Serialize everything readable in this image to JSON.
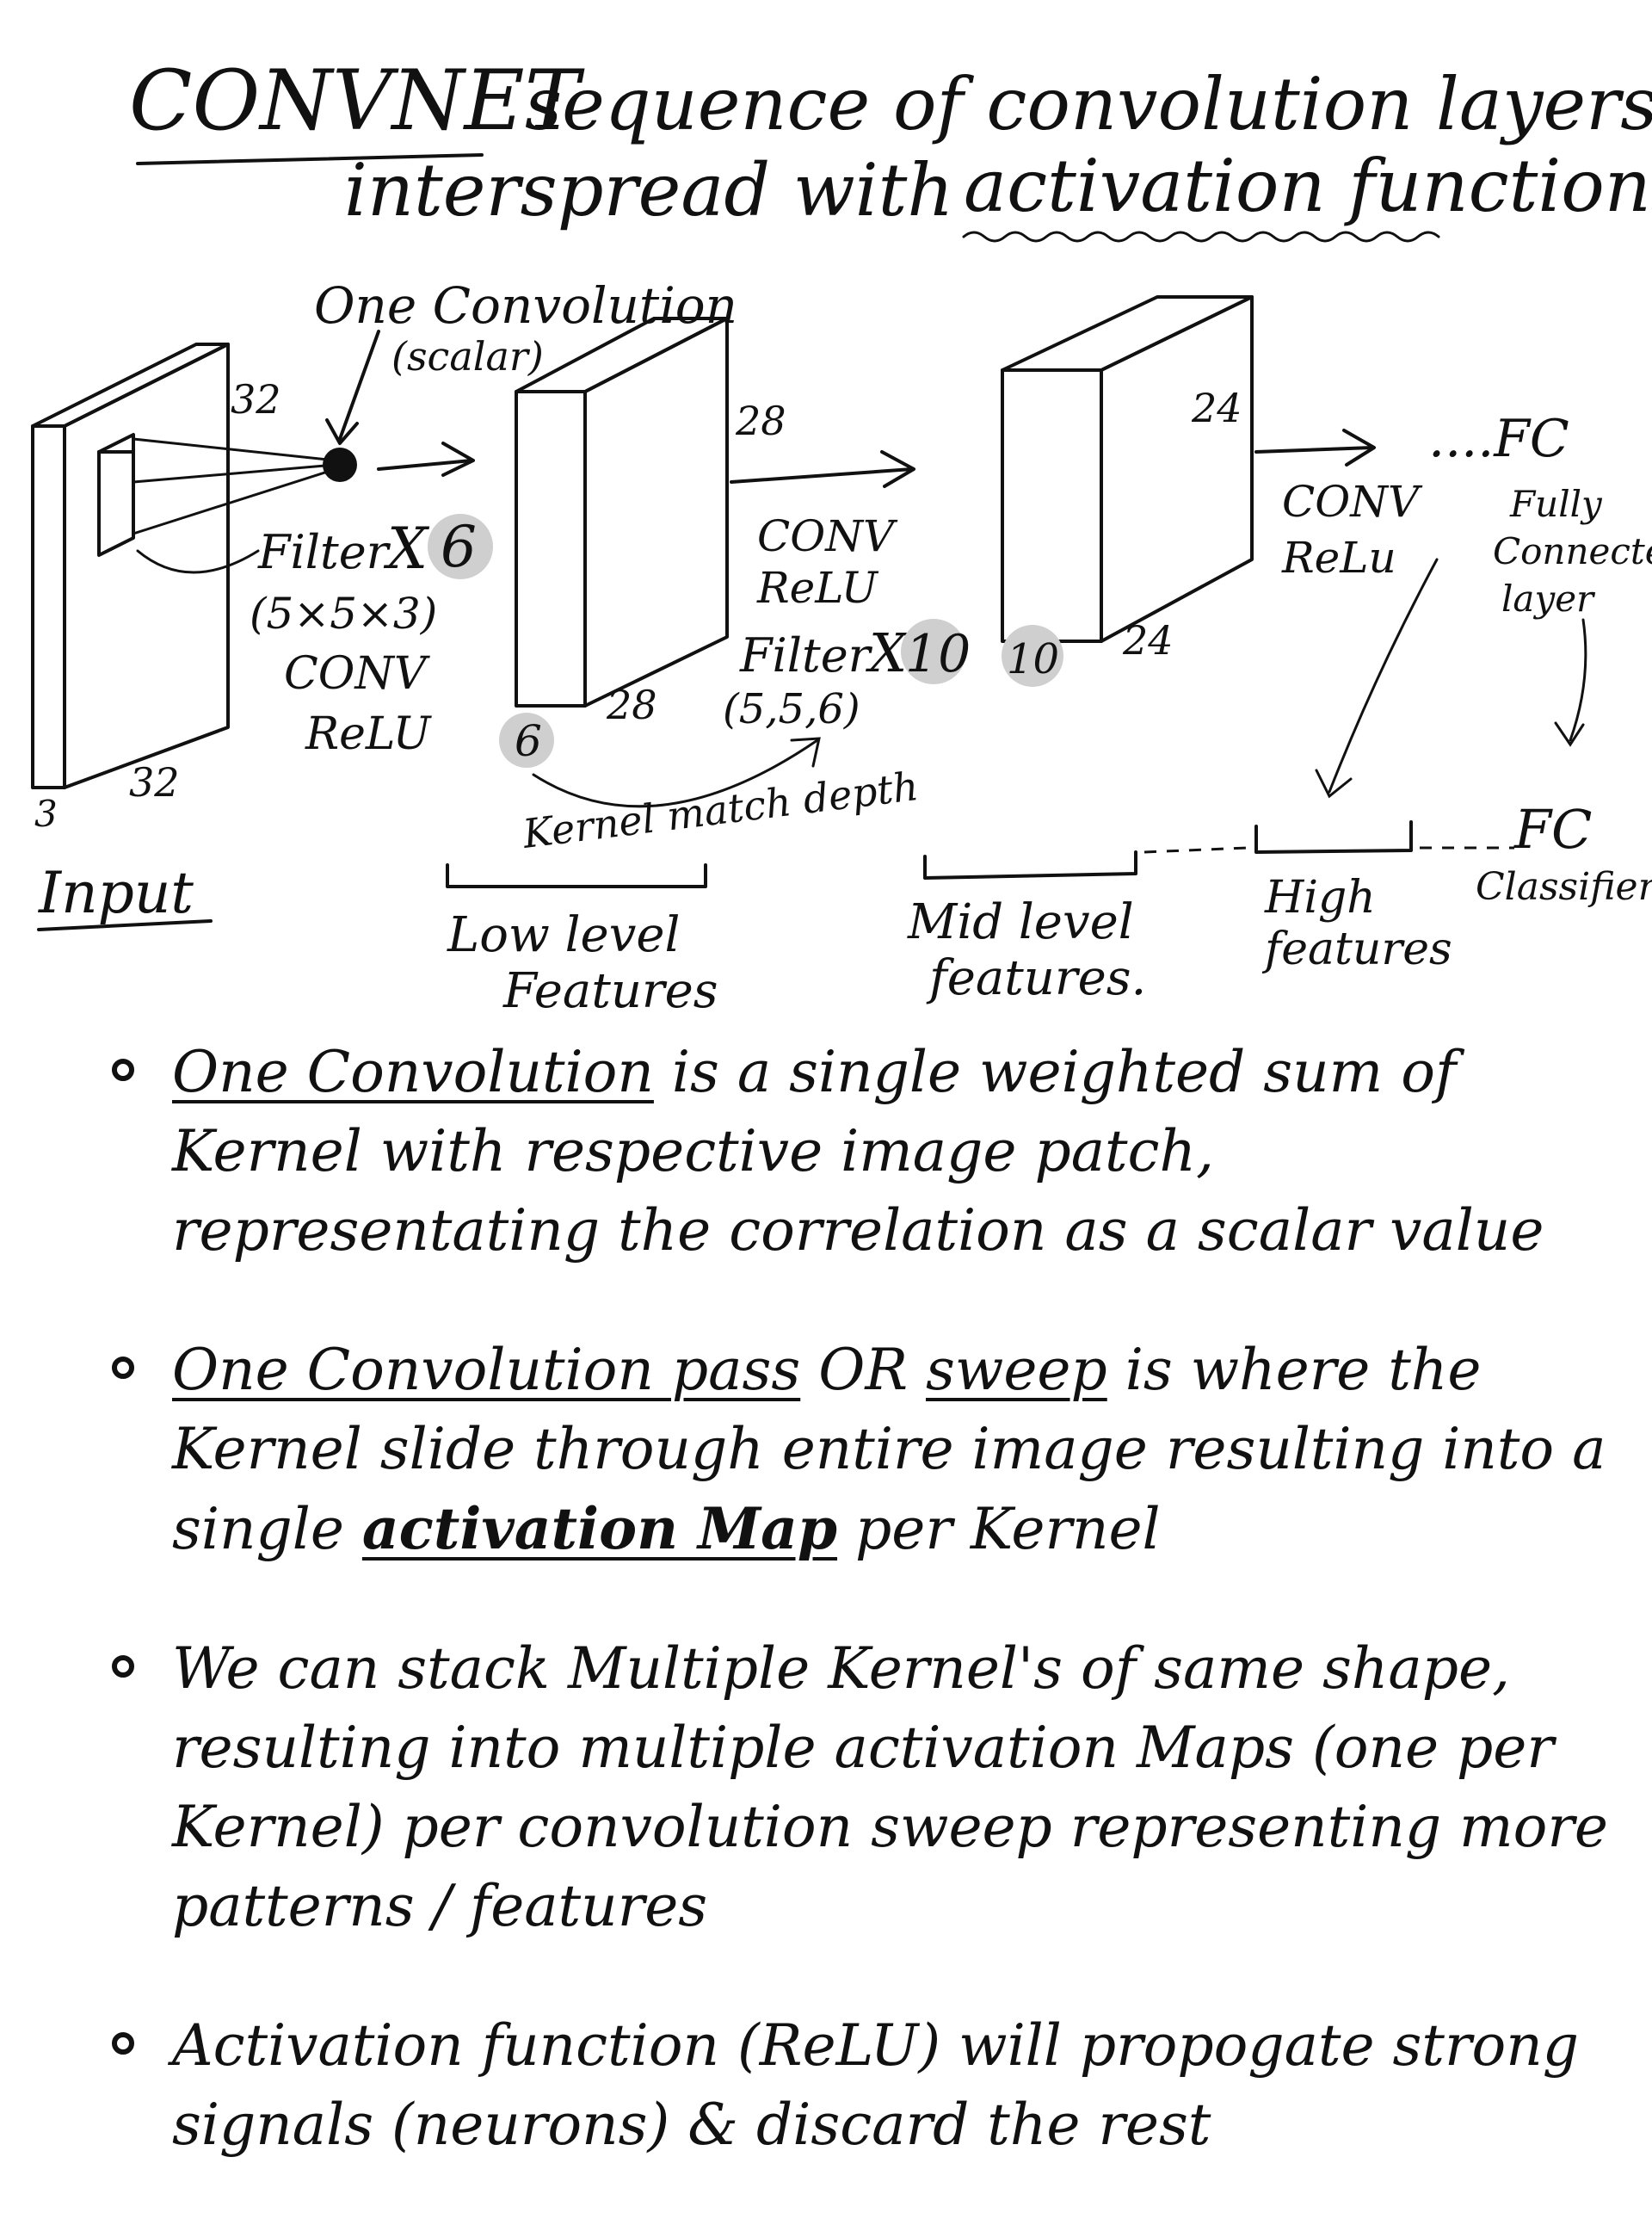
{
  "header": {
    "title": "CONVNET",
    "line1_rest": "sequence of convolution layers",
    "line2_a": "interspread with",
    "line2_b": "activation functions"
  },
  "diagram": {
    "one_conv_label_1": "One Convolution",
    "one_conv_label_2": "(scalar)",
    "input_dim_top": "32",
    "input_dim_bottom": "32",
    "input_depth": "3",
    "input_label": "Input",
    "filter1_label": "Filter",
    "filter1_x": "X",
    "filter1_count": "6",
    "filter1_size": "(5×5×3)",
    "conv1": "CONV",
    "relu1": "ReLU",
    "vol1_side": "28",
    "vol1_bottom": "28",
    "vol1_depth": "6",
    "conv2": "CONV",
    "relu2": "ReLU",
    "filter2_label": "Filter",
    "filter2_x": "X",
    "filter2_count": "10",
    "filter2_size": "(5,5,6)",
    "kernel_match": "Kernel match depth",
    "vol2_side": "24",
    "vol2_bottom": "24",
    "vol2_depth": "10",
    "conv3": "CONV",
    "relu3": "ReLu",
    "fc_top": "....FC",
    "fc_desc_1": "Fully",
    "fc_desc_2": "Connected",
    "fc_desc_3": "layer",
    "low_1": "Low level",
    "low_2": "Features",
    "mid_1": "Mid level",
    "mid_2": "features.",
    "high_1": "High",
    "high_2": "features",
    "fc_bottom": "FC",
    "fc_classifier": "Classifier"
  },
  "notes": [
    {
      "a": "One Convolution",
      "b": " is a single weighted sum of Kernel with respective image patch, representating the correlation as a scalar value"
    },
    {
      "a": "One Convolution pass",
      "b": " OR ",
      "c": "sweep",
      "d": " is where the Kernel slide through entire image resulting into a single ",
      "e": "activation Map",
      "f": " per Kernel"
    },
    {
      "a": "We can stack Multiple Kernel's of same shape, resulting into multiple activation Maps (one per Kernel) per convolution sweep representing more patterns / features"
    },
    {
      "a": "Activation function (ReLU) will propogate strong signals (neurons) & discard the rest"
    }
  ]
}
